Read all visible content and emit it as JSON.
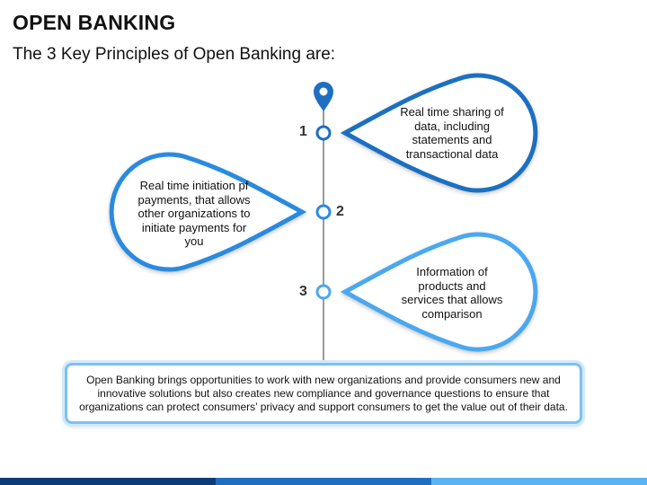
{
  "header": {
    "title": "OPEN BANKING",
    "subtitle": "The 3 Key Principles of Open Banking are:"
  },
  "principles": [
    {
      "number": "1",
      "text": "Real time sharing of data, including statements and transactional data",
      "color": "#1f6fc1"
    },
    {
      "number": "2",
      "text": "Real time initiation pf payments, that allows other organizations to initiate payments for you",
      "color": "#2c8ae0"
    },
    {
      "number": "3",
      "text": "Information of products and services that allows comparison",
      "color": "#4ba8f0"
    }
  ],
  "summary": {
    "text": "Open Banking brings opportunities to work with new organizations and provide consumers new and innovative solutions but also creates new compliance and governance questions to ensure that organizations can protect consumers’ privacy and support consumers to get the value out of their data."
  },
  "icons": {
    "top_marker": "location-pin-icon"
  },
  "colors": {
    "timeline": "#9a9a9a",
    "footer_dark": "#0d3b78",
    "footer_mid": "#1f6fc1",
    "footer_light": "#5ab3f2"
  }
}
